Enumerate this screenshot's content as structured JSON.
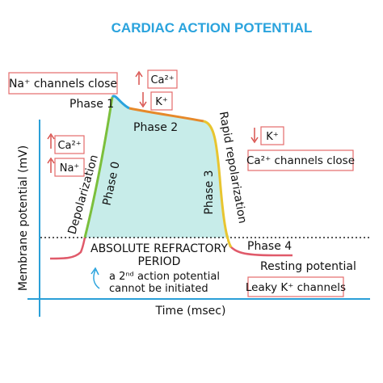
{
  "title": "CARDIAC ACTION POTENTIAL",
  "axes": {
    "y_label": "Membrane potential (mV)",
    "x_label": "Time (msec)"
  },
  "labels": {
    "na_channels_close": "Na⁺ channels close",
    "phase1": "Phase 1",
    "phase1_ca": "Ca²⁺",
    "phase1_k": "K⁺",
    "phase2": "Phase 2",
    "left_ca": "Ca²⁺",
    "left_na": "Na⁺",
    "phase0": "Phase 0",
    "depolarization": "Depolarization",
    "rapid_repolarization": "Rapid repolarization",
    "phase3": "Phase 3",
    "right_k": "K⁺",
    "ca_channels_close": "Ca²⁺ channels close",
    "phase4": "Phase 4",
    "absolute_refractory_line1": "ABSOLUTE REFRACTORY",
    "absolute_refractory_line2": "PERIOD",
    "refractory_note_line1": "a 2ⁿᵈ action potential",
    "refractory_note_line2": "cannot be initiated",
    "resting_potential": "Resting potential",
    "leaky_k_channels": "Leaky K⁺ channels"
  },
  "colors": {
    "title": "#2aa3dd",
    "axis": "#2a9fd8",
    "fill": "#c7ece9",
    "phase0": "#7bbf3c",
    "phase1": "#2aa3dd",
    "phase2": "#e6892a",
    "phase3": "#e8c530",
    "resting": "#e05a6a",
    "box_border": "#e46b6b",
    "arrow": "#d9534f"
  }
}
